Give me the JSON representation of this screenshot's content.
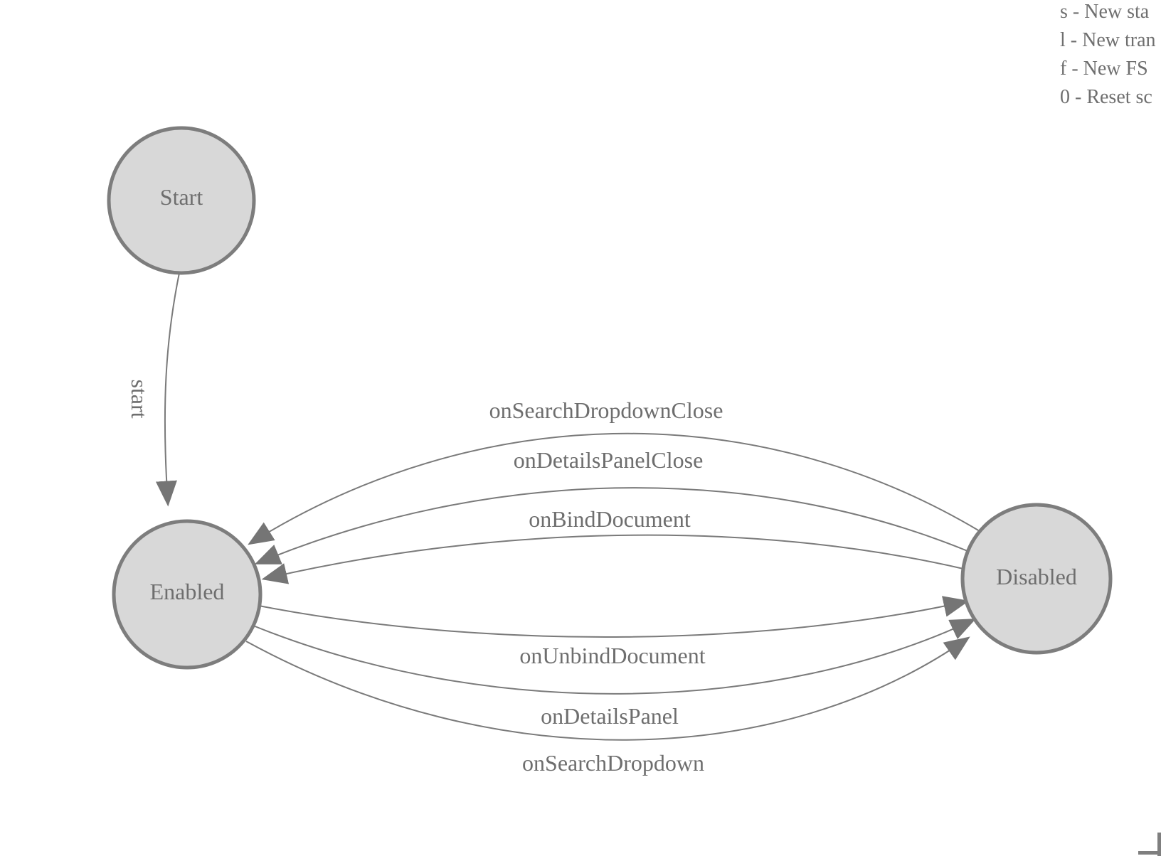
{
  "colors": {
    "node_fill": "#d8d8d8",
    "node_stroke": "#7d7d7d",
    "edge_stroke": "#7a7a7a",
    "arrow_fill": "#757575",
    "text": "#6e6e6e",
    "legend_text": "#6f6f6f"
  },
  "legend": {
    "lines": [
      "s - New sta",
      "l - New tran",
      "f - New FS",
      "0 - Reset sc"
    ]
  },
  "nodes": {
    "start": {
      "label": "Start"
    },
    "enabled": {
      "label": "Enabled"
    },
    "disabled": {
      "label": "Disabled"
    }
  },
  "edges": {
    "start": {
      "label": "start",
      "from": "Start",
      "to": "Enabled"
    },
    "search_dropdown_close": {
      "label": "onSearchDropdownClose",
      "from": "Disabled",
      "to": "Enabled"
    },
    "details_panel_close": {
      "label": "onDetailsPanelClose",
      "from": "Disabled",
      "to": "Enabled"
    },
    "bind_document": {
      "label": "onBindDocument",
      "from": "Disabled",
      "to": "Enabled"
    },
    "unbind_document": {
      "label": "onUnbindDocument",
      "from": "Enabled",
      "to": "Disabled"
    },
    "details_panel": {
      "label": "onDetailsPanel",
      "from": "Enabled",
      "to": "Disabled"
    },
    "search_dropdown": {
      "label": "onSearchDropdown",
      "from": "Enabled",
      "to": "Disabled"
    }
  }
}
